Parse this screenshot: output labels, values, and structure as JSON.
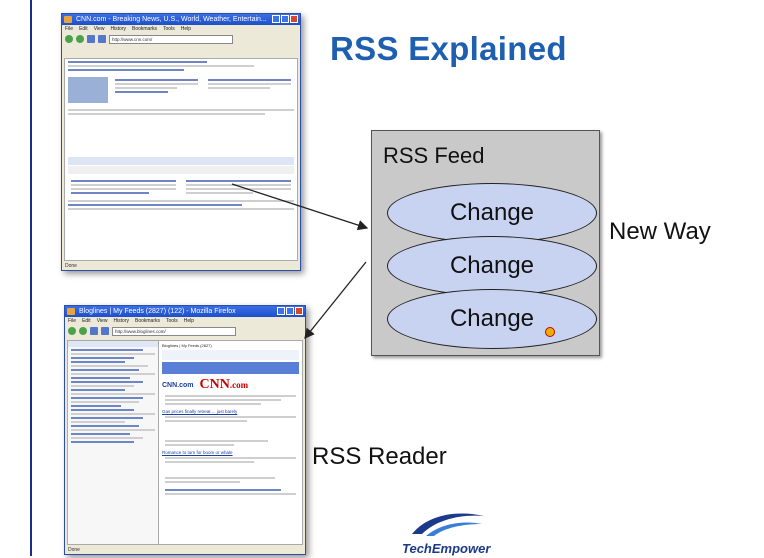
{
  "title": "RSS Explained",
  "feed_box": {
    "label": "RSS Feed",
    "items": [
      "Change",
      "Change",
      "Change"
    ]
  },
  "labels": {
    "new_way": "New Way",
    "rss_reader": "RSS Reader"
  },
  "logo": "TechEmpower",
  "browser_top": {
    "title": "CNN.com - Breaking News, U.S., World, Weather, Entertain...",
    "menu": [
      "File",
      "Edit",
      "View",
      "History",
      "Bookmarks",
      "Tools",
      "Help"
    ],
    "url": "http://www.cnn.com/",
    "status": "Done"
  },
  "browser_bottom": {
    "title": "Bloglines | My Feeds (2827) (122) - Mozilla Firefox",
    "menu": [
      "File",
      "Edit",
      "View",
      "History",
      "Bookmarks",
      "Tools",
      "Help"
    ],
    "url": "http://www.bloglines.com/",
    "page_header": "Bloglines | My Feeds (2827)",
    "cnn_logo": "CNN.com",
    "headline_1": "Gas prices finally retreat ... just barely",
    "headline_2": "Romance to turn for boom or whale",
    "status": "Done"
  },
  "colors": {
    "title": "#1f5fb0",
    "change_fill": "#c8d3f2",
    "feed_box": "#c9c9c9"
  }
}
